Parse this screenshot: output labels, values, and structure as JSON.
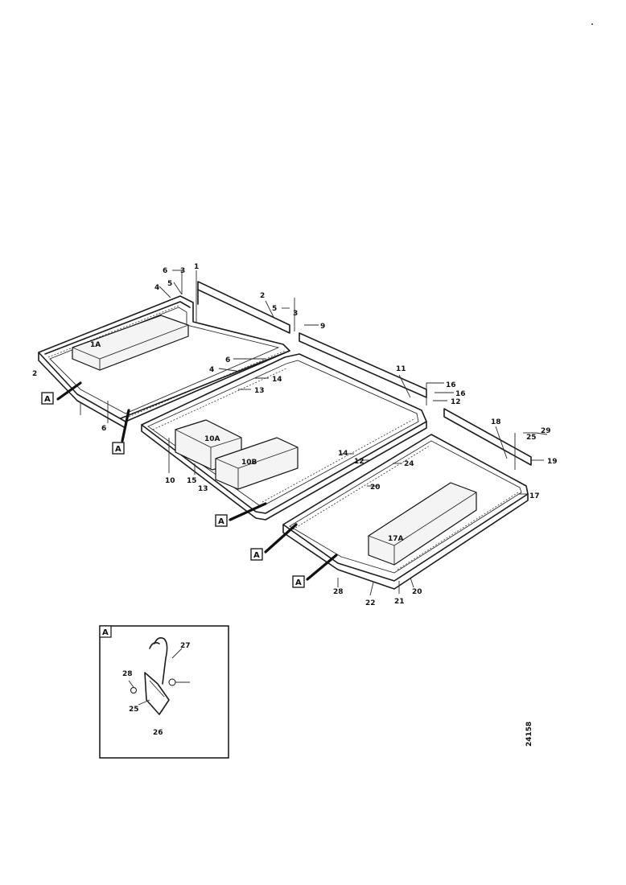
{
  "callouts": {
    "c1": "1",
    "c2a": "2",
    "c2b": "2",
    "c3a": "3",
    "c3b": "3",
    "c4a": "4",
    "c4b": "4",
    "c5a": "5",
    "c5b": "5",
    "c6a": "6",
    "c6b": "6",
    "c6c": "6",
    "c9": "9",
    "c10": "10",
    "c10a": "10A",
    "c10b": "10B",
    "c11": "11",
    "c12a": "12",
    "c12b": "12",
    "c13a": "13",
    "c13b": "13",
    "c14a": "14",
    "c14b": "14",
    "c15": "15",
    "c16a": "16",
    "c16b": "16",
    "c17": "17",
    "c17a": "17A",
    "c18": "18",
    "c19": "19",
    "c20a": "20",
    "c20b": "20",
    "c21": "21",
    "c22": "22",
    "c24": "24",
    "c25": "25",
    "c26": "26",
    "c27": "27",
    "c28a": "28",
    "c28b": "28",
    "c29": "29",
    "c1a": "1A"
  },
  "detail_markers": {
    "a1": "A",
    "a2": "A",
    "a3": "A",
    "a4": "A",
    "a5": "A"
  },
  "detail_box": {
    "label": "A"
  },
  "drawing_number": "24158"
}
